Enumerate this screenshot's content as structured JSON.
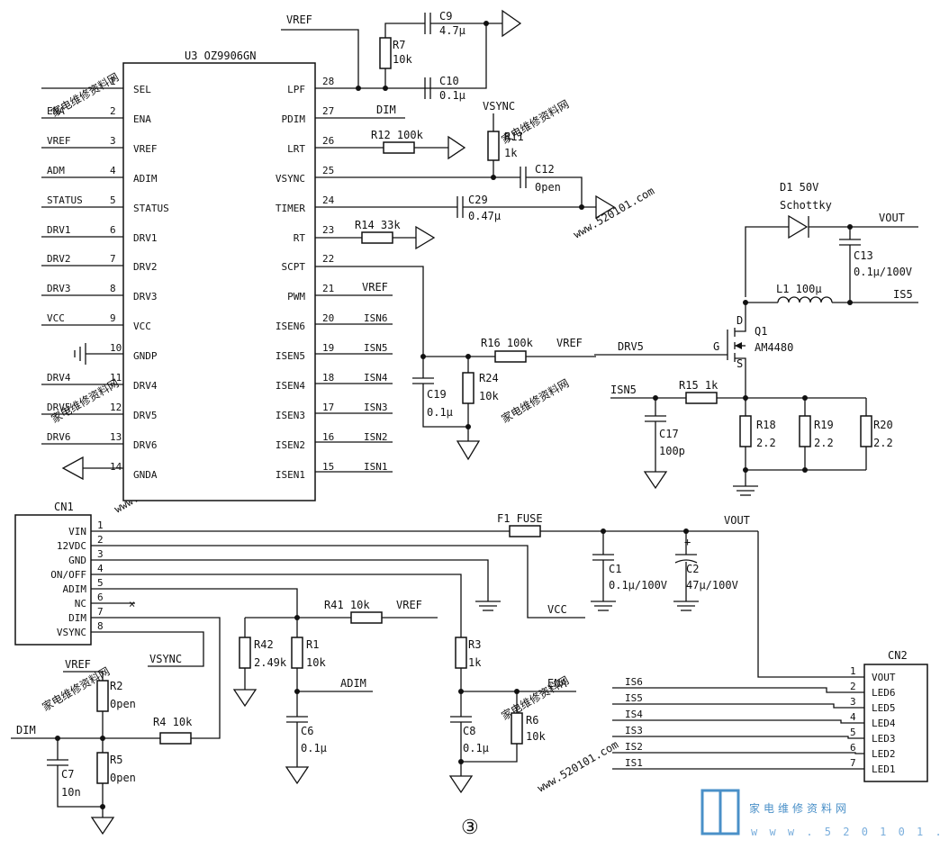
{
  "ic": {
    "ref": "U3 OZ9906GN",
    "left_pins": [
      {
        "num": "1",
        "name": "SEL",
        "net": ""
      },
      {
        "num": "2",
        "name": "ENA",
        "net": "ENA"
      },
      {
        "num": "3",
        "name": "VREF",
        "net": "VREF"
      },
      {
        "num": "4",
        "name": "ADIM",
        "net": "ADM"
      },
      {
        "num": "5",
        "name": "STATUS",
        "net": "STATUS"
      },
      {
        "num": "6",
        "name": "DRV1",
        "net": "DRV1"
      },
      {
        "num": "7",
        "name": "DRV2",
        "net": "DRV2"
      },
      {
        "num": "8",
        "name": "DRV3",
        "net": "DRV3"
      },
      {
        "num": "9",
        "name": "VCC",
        "net": "VCC"
      },
      {
        "num": "10",
        "name": "GNDP",
        "net": ""
      },
      {
        "num": "11",
        "name": "DRV4",
        "net": "DRV4"
      },
      {
        "num": "12",
        "name": "DRV5",
        "net": "DRV5"
      },
      {
        "num": "13",
        "name": "DRV6",
        "net": "DRV6"
      },
      {
        "num": "14",
        "name": "GNDA",
        "net": ""
      }
    ],
    "right_pins": [
      {
        "num": "28",
        "name": "LPF",
        "net": ""
      },
      {
        "num": "27",
        "name": "PDIM",
        "net": "DIM"
      },
      {
        "num": "26",
        "name": "LRT",
        "net": ""
      },
      {
        "num": "25",
        "name": "VSYNC",
        "net": ""
      },
      {
        "num": "24",
        "name": "TIMER",
        "net": ""
      },
      {
        "num": "23",
        "name": "RT",
        "net": ""
      },
      {
        "num": "22",
        "name": "SCPT",
        "net": ""
      },
      {
        "num": "21",
        "name": "PWM",
        "net": "VREF"
      },
      {
        "num": "20",
        "name": "ISEN6",
        "net": "ISN6"
      },
      {
        "num": "19",
        "name": "ISEN5",
        "net": "ISN5"
      },
      {
        "num": "18",
        "name": "ISEN4",
        "net": "ISN4"
      },
      {
        "num": "17",
        "name": "ISEN3",
        "net": "ISN3"
      },
      {
        "num": "16",
        "name": "ISEN2",
        "net": "ISN2"
      },
      {
        "num": "15",
        "name": "ISEN1",
        "net": "ISN1"
      }
    ]
  },
  "parts": {
    "vref_top": "VREF",
    "c9": "C9",
    "c9_val": "4.7μ",
    "r7": "R7",
    "r7_val": "10k",
    "c10": "C10",
    "c10_val": "0.1μ",
    "vsync_lbl": "VSYNC",
    "r11": "R11",
    "r11_val": "1k",
    "r12": "R12 100k",
    "c12": "C12",
    "c12_val": "0pen",
    "c29": "C29",
    "c29_val": "0.47μ",
    "r14": "R14 33k",
    "r16": "R16 100k",
    "r16_net": "VREF",
    "r24": "R24",
    "r24_val": "10k",
    "c19": "C19",
    "c19_val": "0.1μ",
    "d1": "D1 50V",
    "d1_type": "Schottky",
    "vout": "VOUT",
    "c13": "C13",
    "c13_val": "0.1μ/100V",
    "l1": "L1 100μ",
    "is5": "IS5",
    "q1": "Q1",
    "q1_part": "AM4480",
    "q1_d": "D",
    "q1_g": "G",
    "q1_s": "S",
    "drv5": "DRV5",
    "isn5": "ISN5",
    "r15": "R15 1k",
    "c17": "C17",
    "c17_val": "100p",
    "r18": "R18",
    "r18_val": "2.2",
    "r19": "R19",
    "r19_val": "2.2",
    "r20": "R20",
    "r20_val": "2.2",
    "f1": "F1 FUSE",
    "vout2": "VOUT",
    "c1": "C1",
    "c1_val": "0.1μ/100V",
    "c2": "C2",
    "c2_val": "47μ/100V",
    "c2_plus": "+",
    "vcc": "VCC",
    "r41": "R41 10k",
    "r41_net": "VREF",
    "r42": "R42",
    "r42_val": "2.49k",
    "r1": "R1",
    "r1_val": "10k",
    "adim": "ADIM",
    "c6": "C6",
    "c6_val": "0.1μ",
    "r3": "R3",
    "r3_val": "1k",
    "ena": "ENA",
    "c8": "C8",
    "c8_val": "0.1μ",
    "r6": "R6",
    "r6_val": "10k",
    "vref_low": "VREF",
    "r2": "R2",
    "r2_val": "0pen",
    "dim": "DIM",
    "r4": "R4 10k",
    "r5": "R5",
    "r5_val": "0pen",
    "c7": "C7",
    "c7_val": "10n",
    "vsync_net": "VSYNC",
    "nc_mark": "×",
    "figure": "③"
  },
  "cn1": {
    "ref": "CN1",
    "pins": [
      {
        "num": "1",
        "name": "VIN"
      },
      {
        "num": "2",
        "name": "12VDC"
      },
      {
        "num": "3",
        "name": "GND"
      },
      {
        "num": "4",
        "name": "ON/OFF"
      },
      {
        "num": "5",
        "name": "ADIM"
      },
      {
        "num": "6",
        "name": "NC"
      },
      {
        "num": "7",
        "name": "DIM"
      },
      {
        "num": "8",
        "name": "VSYNC"
      }
    ]
  },
  "cn2": {
    "ref": "CN2",
    "pins": [
      {
        "num": "1",
        "name": "VOUT",
        "net": ""
      },
      {
        "num": "2",
        "name": "LED6",
        "net": "IS6"
      },
      {
        "num": "3",
        "name": "LED5",
        "net": "IS5"
      },
      {
        "num": "4",
        "name": "LED4",
        "net": "IS4"
      },
      {
        "num": "5",
        "name": "LED3",
        "net": "IS3"
      },
      {
        "num": "6",
        "name": "LED2",
        "net": "IS2"
      },
      {
        "num": "7",
        "name": "LED1",
        "net": "IS1"
      }
    ]
  },
  "watermark": {
    "site_cn": "家电维修资料网",
    "url": "www.520101.com",
    "logo_text": "家电维修资料网",
    "logo_url": "w w w . 5 2 0 1 0 1 . c o m",
    "accent": "#4a90c8"
  }
}
